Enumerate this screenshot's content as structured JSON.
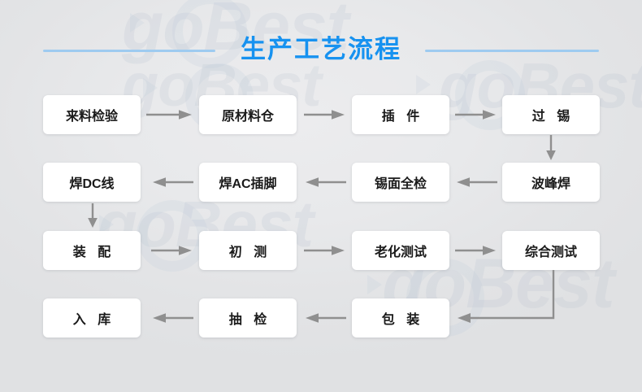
{
  "title": "生产工艺流程",
  "colors": {
    "title": "#1792f0",
    "rule": "#9ecbf0",
    "arrow": "#8f8f8f",
    "node_bg": "#ffffff",
    "node_text": "#1a1a1a",
    "background": "#e4e5e7"
  },
  "watermark": {
    "text": "goBest"
  },
  "flow": {
    "rows": [
      {
        "direction": "right",
        "nodes": [
          {
            "label": "来料检验",
            "spaced": false
          },
          {
            "label": "原材料仓",
            "spaced": false
          },
          {
            "label": "插 件",
            "spaced": true
          },
          {
            "label": "过 锡",
            "spaced": true
          }
        ]
      },
      {
        "direction": "left",
        "nodes": [
          {
            "label": "焊DC线",
            "spaced": false
          },
          {
            "label": "焊AC插脚",
            "spaced": false
          },
          {
            "label": "锡面全检",
            "spaced": false
          },
          {
            "label": "波峰焊",
            "spaced": false
          }
        ]
      },
      {
        "direction": "right",
        "nodes": [
          {
            "label": "装 配",
            "spaced": true
          },
          {
            "label": "初 测",
            "spaced": true
          },
          {
            "label": "老化测试",
            "spaced": false
          },
          {
            "label": "综合测试",
            "spaced": false
          }
        ]
      },
      {
        "direction": "left",
        "nodes": [
          {
            "label": "入 库",
            "spaced": true
          },
          {
            "label": "抽 检",
            "spaced": true
          },
          {
            "label": "包 装",
            "spaced": true
          }
        ]
      }
    ],
    "connectors": [
      {
        "name": "arrow-down-guoxi-to-bofenghan",
        "type": "vertical-down"
      },
      {
        "name": "arrow-down-handcxian-to-zhuangpei",
        "type": "vertical-down"
      },
      {
        "name": "arrow-elbow-zonghuceshi-to-baozhuang",
        "type": "elbow-down-left"
      }
    ]
  }
}
